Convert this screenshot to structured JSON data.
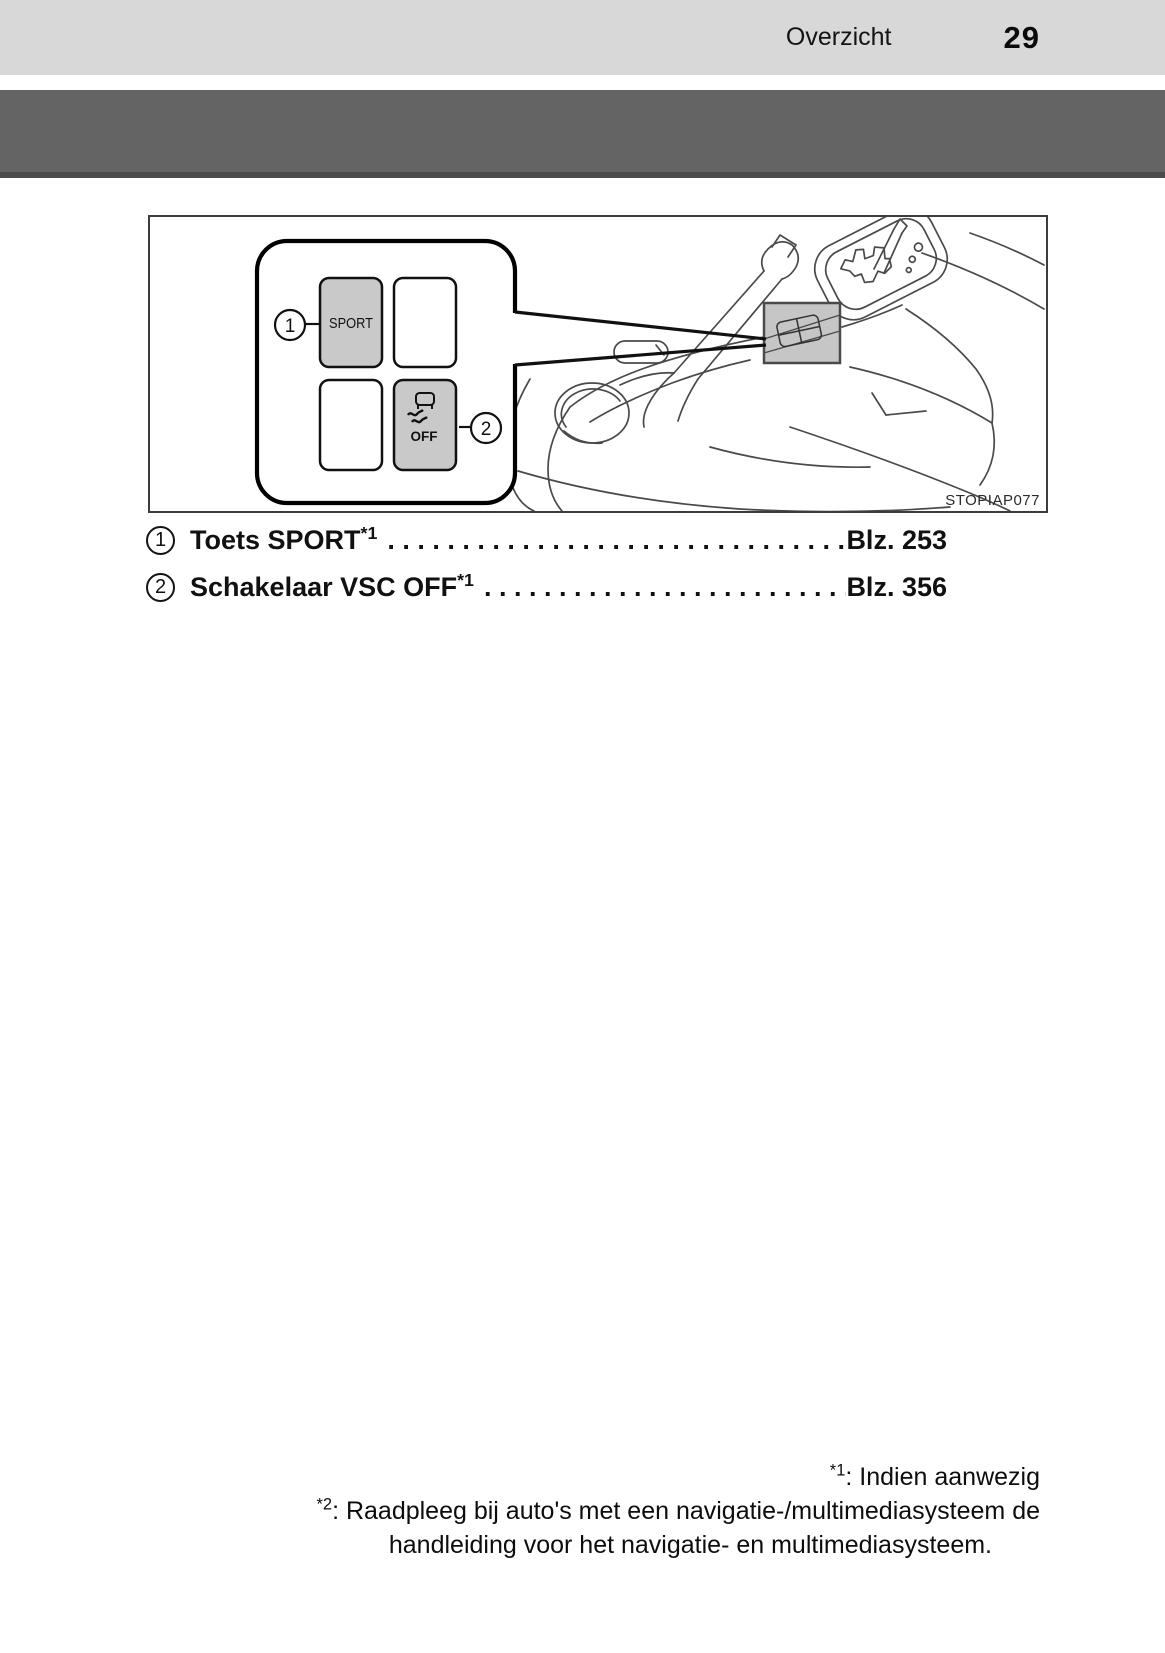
{
  "header": {
    "section_title": "Overzicht",
    "page_number": "29"
  },
  "figure": {
    "caption": "STOPIAP077",
    "sport_label": "SPORT",
    "vsc_off_label": "OFF",
    "callout_1": "1",
    "callout_2": "2"
  },
  "legend": {
    "items": [
      {
        "number": "1",
        "label": "Toets SPORT",
        "footnote_ref": "*1",
        "page_ref": "Blz. 253"
      },
      {
        "number": "2",
        "label": "Schakelaar VSC OFF",
        "footnote_ref": "*1",
        "page_ref": "Blz. 356"
      }
    ]
  },
  "footnotes": [
    {
      "marker": "*1",
      "text": ": Indien aanwezig"
    },
    {
      "marker": "*2",
      "text": ": Raadpleeg bij auto's met een navigatie-/multimediasysteem de"
    },
    {
      "marker": "",
      "text": "handleiding voor het navigatie- en multimediasysteem."
    }
  ],
  "colors": {
    "header_bg": "#d8d8d8",
    "accent_band": "#646464",
    "accent_band_edge": "#4c4c4c",
    "button_gray": "#c9c9c9",
    "highlight_gray": "#c6c6c6"
  }
}
